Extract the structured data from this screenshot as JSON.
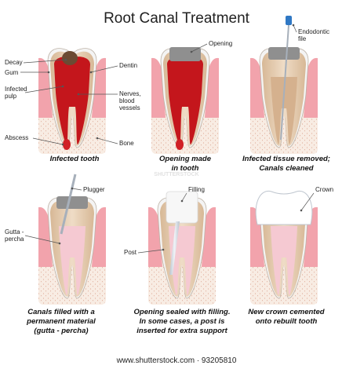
{
  "title": "Root Canal Treatment",
  "colors": {
    "gum": "#f2a3ac",
    "bone": "#f8ece3",
    "enamel": "#f4f4f4",
    "dentin": "#e6cfb6",
    "infected_pulp": "#c4161c",
    "healthy_pulp": "#e88a9a",
    "gutta_percha": "#f5c9d2",
    "filling": "#f7f7f7",
    "post": "#cfd6e0",
    "crown": "#ffffff",
    "decay": "#6b4a33"
  },
  "panels": [
    {
      "caption": [
        "Infected tooth"
      ],
      "labels": {
        "decay": "Decay",
        "gum": "Gum",
        "infected_pulp": "Infected\npulp",
        "abscess": "Abscess",
        "dentin": "Dentin",
        "nerves": "Nerves,\nblood\nvessels",
        "bone": "Bone"
      }
    },
    {
      "caption": [
        "Opening made",
        "in tooth"
      ],
      "labels": {
        "opening": "Opening"
      }
    },
    {
      "caption": [
        "Infected tissue removed;",
        "Canals cleaned"
      ],
      "labels": {
        "file": "Endodontic\nfile"
      }
    },
    {
      "caption": [
        "Canals filled with a",
        "permanent material",
        "(gutta - percha)"
      ],
      "labels": {
        "plugger": "Plugger",
        "gutta": "Gutta -\npercha"
      }
    },
    {
      "caption": [
        "Opening sealed with filling.",
        "In some cases, a post is",
        "inserted for extra support"
      ],
      "labels": {
        "filling": "Filling",
        "post": "Post"
      }
    },
    {
      "caption": [
        "New crown cemented",
        "onto rebuilt tooth"
      ],
      "labels": {
        "crown": "Crown"
      }
    }
  ],
  "watermark": "SHUTTERSTOCK",
  "footer": "www.shutterstock.com · 93205810"
}
